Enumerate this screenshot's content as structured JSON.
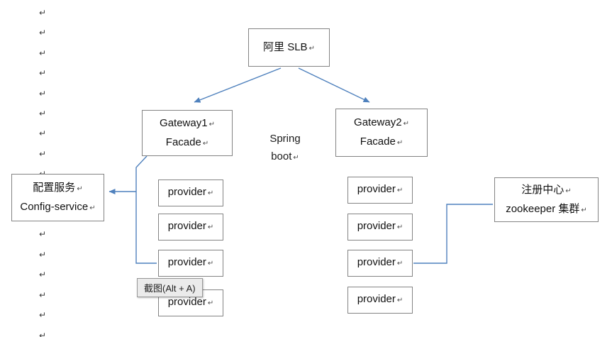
{
  "pilcrow": "↵",
  "margin_marks": "↵\n↵\n↵\n↵\n↵\n↵\n↵\n↵\n↵\n↵\n↵\n↵\n↵\n↵\n↵\n↵\n↵",
  "nodes": {
    "slb": {
      "label": "阿里 SLB"
    },
    "gateway1": {
      "line1": "Gateway1",
      "line2": "Facade"
    },
    "gateway2": {
      "line1": "Gateway2",
      "line2": "Facade"
    },
    "spring_boot": {
      "line1": "Spring",
      "line2": "boot"
    },
    "config_service": {
      "line1": "配置服务",
      "line2": "Config-service"
    },
    "registry": {
      "line1": "注册中心",
      "line2": "zookeeper 集群"
    }
  },
  "providers": {
    "left": [
      "provider",
      "provider",
      "provider",
      "provider"
    ],
    "right": [
      "provider",
      "provider",
      "provider",
      "provider"
    ]
  },
  "tooltip": {
    "label": "截图(Alt + A)"
  },
  "colors": {
    "connector": "#4f81bd",
    "box_border": "#838383",
    "tooltip_bg": "#ebebeb",
    "tooltip_border": "#979797",
    "text": "#111111"
  }
}
